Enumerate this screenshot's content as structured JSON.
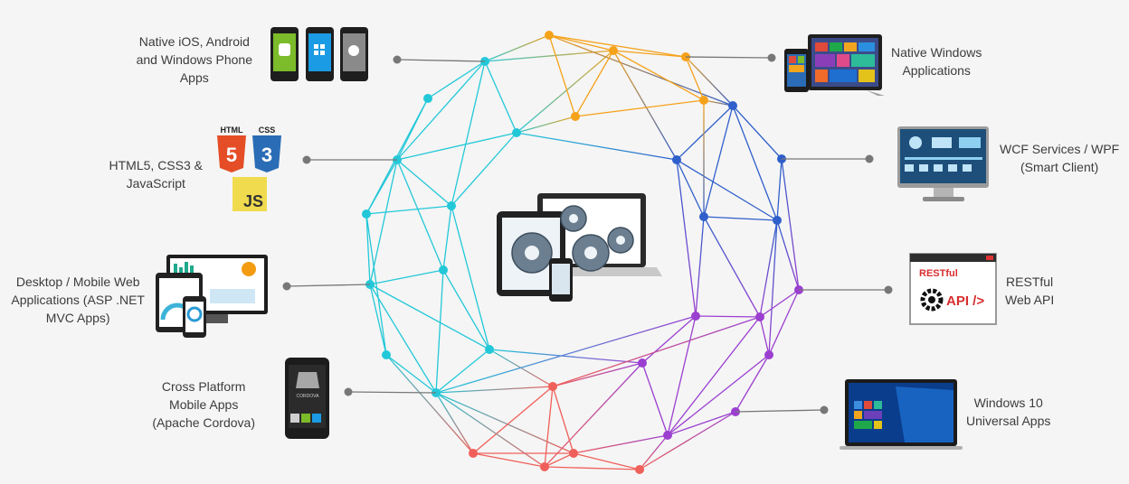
{
  "colors": {
    "background": "#f5f5f5",
    "cyan": "#22c8d8",
    "orange": "#f5a21b",
    "blue": "#2f5fcb",
    "purple": "#9b3fd0",
    "red": "#f0605a",
    "connector": "#777777"
  },
  "platforms": [
    {
      "id": "native-mobile",
      "lines": [
        "Native iOS, Android",
        "and Windows Phone",
        "Apps"
      ],
      "icon": "smartphones-icon"
    },
    {
      "id": "html5",
      "lines": [
        "HTML5, CSS3 &",
        "JavaScript"
      ],
      "icon": "html-css-js-icon"
    },
    {
      "id": "desktop-web",
      "lines": [
        "Desktop / Mobile Web",
        "Applications (ASP .NET",
        "MVC Apps)"
      ],
      "icon": "responsive-devices-icon"
    },
    {
      "id": "cordova",
      "lines": [
        "Cross Platform",
        "Mobile Apps",
        "(Apache Cordova)"
      ],
      "icon": "cordova-phone-icon"
    },
    {
      "id": "native-windows",
      "lines": [
        "Native Windows",
        "Applications"
      ],
      "icon": "windows-devices-icon"
    },
    {
      "id": "wcf",
      "lines": [
        "WCF Services / WPF",
        "(Smart Client)"
      ],
      "icon": "monitor-dashboard-icon"
    },
    {
      "id": "restful",
      "lines": [
        "RESTful",
        "Web API"
      ],
      "icon": "api-window-icon"
    },
    {
      "id": "win10",
      "lines": [
        "Windows 10",
        "Universal Apps"
      ],
      "icon": "windows10-laptop-icon"
    }
  ],
  "icon_text": {
    "html": "HTML",
    "css": "CSS",
    "html_badge": "5",
    "css_badge": "3",
    "js": "JS",
    "restful": "RESTful",
    "api": "API />",
    "cordova": "CORDOVA"
  },
  "center_icon": "devices-with-gears-icon"
}
